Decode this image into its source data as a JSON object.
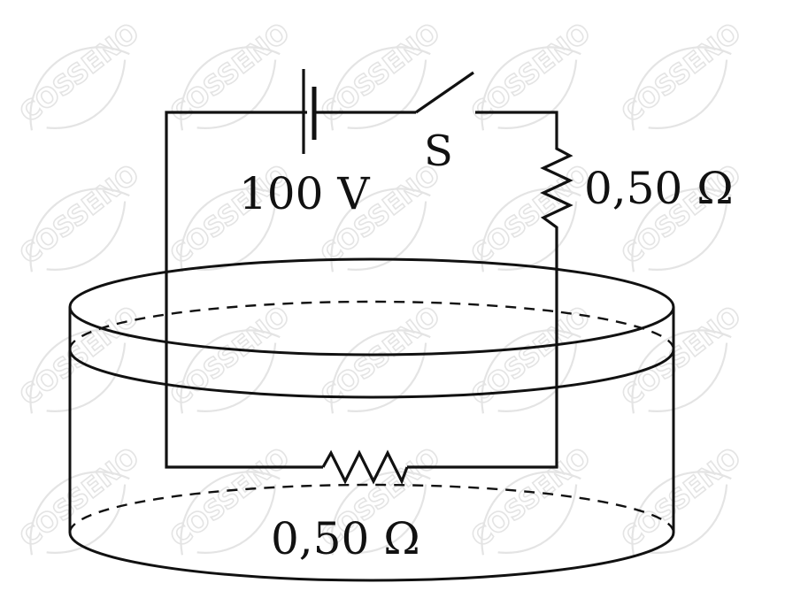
{
  "watermark": {
    "text": "COSSENO"
  },
  "circuit": {
    "battery_label": "100 V",
    "switch_label": "S",
    "external_resistor_label": "0,50 Ω",
    "immersed_resistor_label": "0,50 Ω",
    "switch_state": "open"
  },
  "colors": {
    "ink": "#111111",
    "watermark": "#e4e4e4",
    "background": "#ffffff"
  }
}
